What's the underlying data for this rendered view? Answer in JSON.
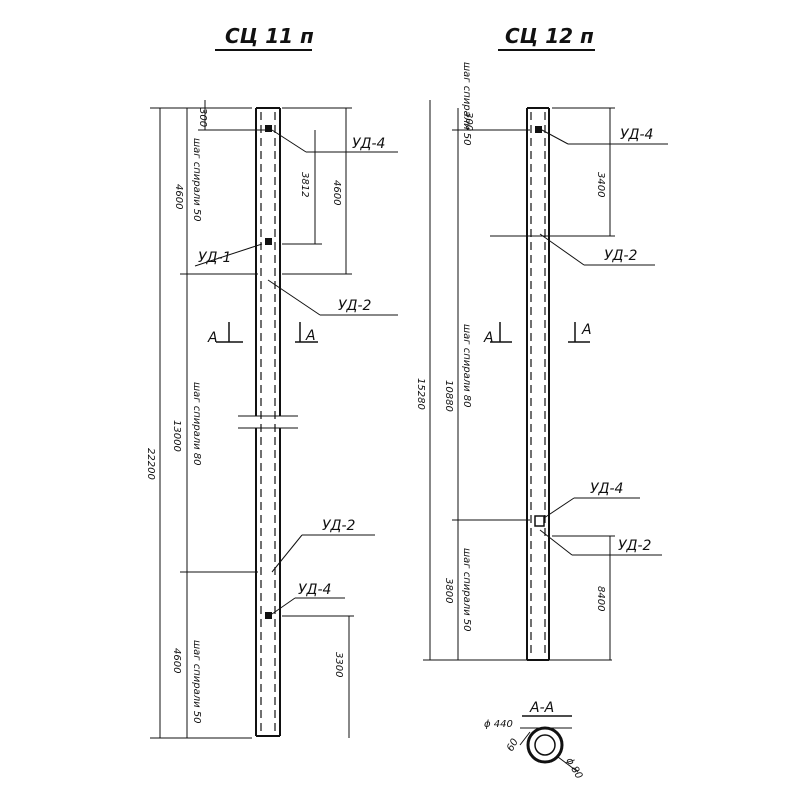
{
  "left": {
    "title": "СЦ 11 п",
    "labels": {
      "ud4_top": "УД-4",
      "ud1": "УД-1",
      "ud2_top": "УД-2",
      "ud2_bot": "УД-2",
      "ud4_bot": "УД-4"
    },
    "dims": {
      "d300": "300",
      "d4600_a": "4600",
      "d3812": "3812",
      "d4600_b": "4600",
      "d22200": "22200",
      "d13000": "13000",
      "d4600_c": "4600",
      "d3300": "3300"
    },
    "notes": {
      "pitch50_top": "шаг спирали 50",
      "pitch80": "шаг спирали 80",
      "pitch50_bot": "шаг спирали 50"
    },
    "section": {
      "mark": "А"
    }
  },
  "right": {
    "title": "СЦ 12 п",
    "labels": {
      "ud4_top": "УД-4",
      "ud2_top": "УД-2",
      "ud4_bot": "УД-4",
      "ud2_bot": "УД-2"
    },
    "dims": {
      "d300": "300",
      "d3400": "3400",
      "d15280": "15280",
      "d10880": "10880",
      "d3800": "3800",
      "d8400": "8400"
    },
    "notes": {
      "pitch50_top": "шаг спирали 50",
      "pitch80": "шаг спирали 80",
      "pitch50_bot": "шаг спирали 50"
    },
    "section": {
      "mark": "А"
    }
  },
  "section_aa": {
    "title": "А-А",
    "diam_outer": "ϕ 440",
    "wall": "60",
    "diam_inner": "ϕ 80"
  }
}
